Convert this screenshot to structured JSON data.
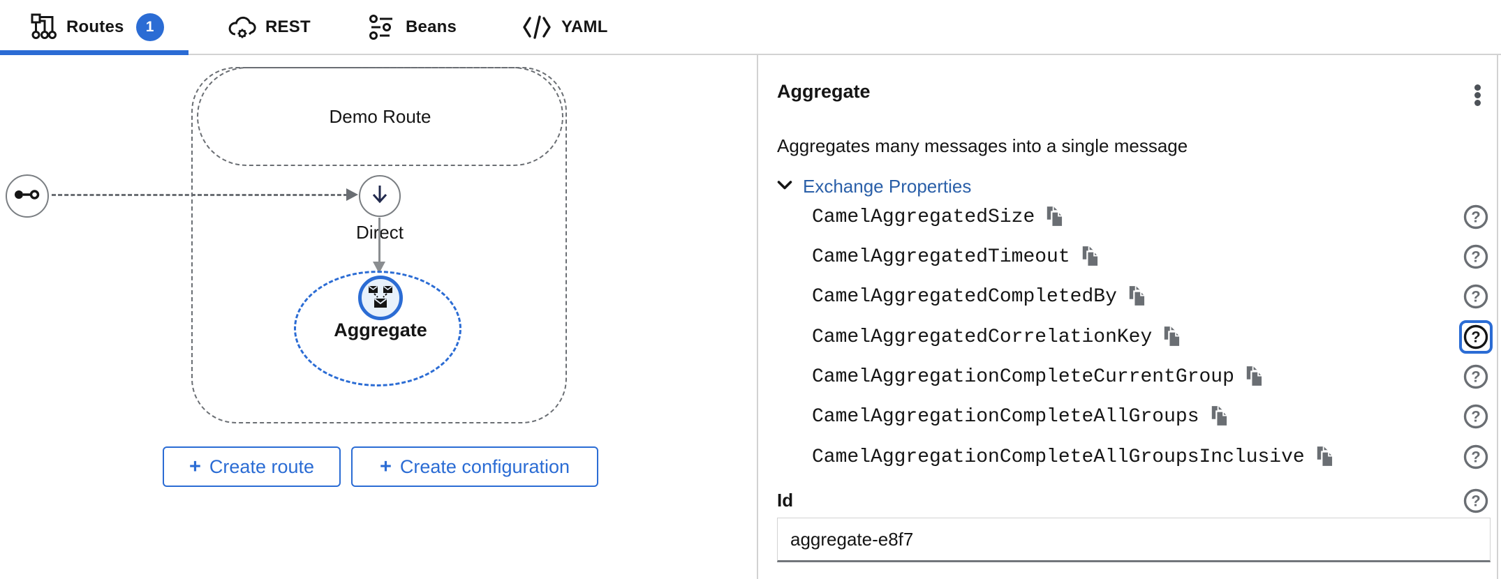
{
  "colors": {
    "accent": "#2b6cd4",
    "link": "#2a5fa8",
    "text": "#151515",
    "icon_gray": "#6a6e73",
    "node_border_gray": "#7a7e82",
    "arrow_navy": "#222a4d",
    "agg_node_fill": "#e8f1fb",
    "divider": "#d2d2d2"
  },
  "tabs": [
    {
      "label": "Routes",
      "badge": "1",
      "icon": "routes-icon",
      "active": true
    },
    {
      "label": "REST",
      "icon": "rest-cloud-gear-icon",
      "active": false
    },
    {
      "label": "Beans",
      "icon": "beans-icon",
      "active": false
    },
    {
      "label": "YAML",
      "icon": "code-yaml-icon",
      "active": false
    }
  ],
  "canvas": {
    "route_group_label": "Demo Route",
    "start_node_icon": "route-start-icon",
    "nodes": [
      {
        "label": "Direct",
        "icon": "arrow-down-icon",
        "selected": false
      },
      {
        "label": "Aggregate",
        "icon": "aggregate-envelopes-icon",
        "selected": true
      }
    ],
    "buttons": {
      "plus": "+",
      "create_route": "Create route",
      "create_configuration": "Create configuration"
    }
  },
  "panel": {
    "title": "Aggregate",
    "kebab_icon": "kebab-menu-icon",
    "description": "Aggregates many messages into a single message",
    "expander": {
      "label": "Exchange Properties",
      "expanded": true,
      "chevron_icon": "chevron-down-icon"
    },
    "exchange_properties": [
      "CamelAggregatedSize",
      "CamelAggregatedTimeout",
      "CamelAggregatedCompletedBy",
      "CamelAggregatedCorrelationKey",
      "CamelAggregationCompleteCurrentGroup",
      "CamelAggregationCompleteAllGroups",
      "CamelAggregationCompleteAllGroupsInclusive"
    ],
    "property_icons": {
      "copy": "copy-icon",
      "help": "question-circle-icon"
    },
    "focused_help_index": 3,
    "id_field": {
      "label": "Id",
      "value": "aggregate-e8f7"
    }
  }
}
